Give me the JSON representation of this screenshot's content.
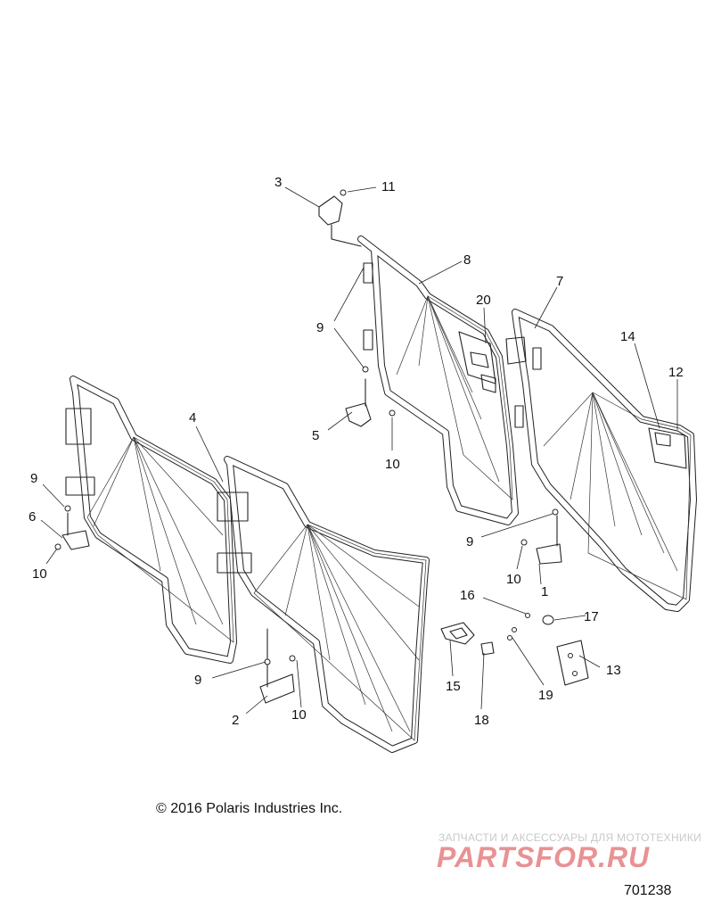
{
  "callouts": [
    "1",
    "2",
    "3",
    "4",
    "5",
    "6",
    "7",
    "8",
    "9",
    "10",
    "11",
    "12",
    "13",
    "14",
    "15",
    "16",
    "17",
    "18",
    "19",
    "20"
  ],
  "callout_labels": {
    "c3": "3",
    "c11": "11",
    "c8": "8",
    "c20": "20",
    "c7": "7",
    "c9a": "9",
    "c14": "14",
    "c12": "12",
    "c4": "4",
    "c5": "5",
    "c10a": "10",
    "c9b": "9",
    "c6": "6",
    "c10b": "10",
    "c9c": "9",
    "c10c": "10",
    "c1": "1",
    "c16": "16",
    "c17": "17",
    "c13": "13",
    "c15": "15",
    "c19": "19",
    "c18": "18",
    "c9d": "9",
    "c2": "2",
    "c10d": "10"
  },
  "copyright": "© 2016 Polaris Industries Inc.",
  "watermark": {
    "tagline": "ЗАПЧАСТИ И АКСЕССУАРЫ ДЛЯ МОТОТЕХНИКИ",
    "logo_text": "PARTSFOR.RU",
    "color": "#d8383c"
  },
  "drawing_number": "701238"
}
